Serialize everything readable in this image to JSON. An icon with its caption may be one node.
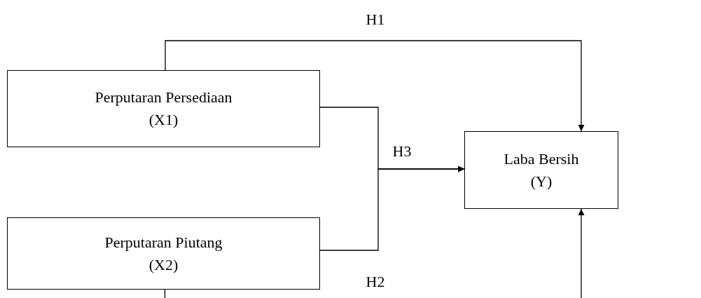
{
  "diagram": {
    "nodes": [
      {
        "text": [
          "Perputaran Persediaan",
          "(X1)"
        ]
      },
      {
        "text": [
          "Perputaran Piutang",
          "(X2)"
        ]
      },
      {
        "text": [
          "Laba Bersih",
          "(Y)"
        ]
      }
    ],
    "edges": [
      {
        "from": 0,
        "to": 2,
        "arrow": "to",
        "label": "H1"
      },
      {
        "from": 0,
        "to": 2,
        "arrow": "to",
        "label": "H3"
      },
      {
        "from": 1,
        "to": 2,
        "arrow": "to"
      },
      {
        "from": 1,
        "to": 2,
        "arrow": "to",
        "label": "H2"
      }
    ]
  }
}
